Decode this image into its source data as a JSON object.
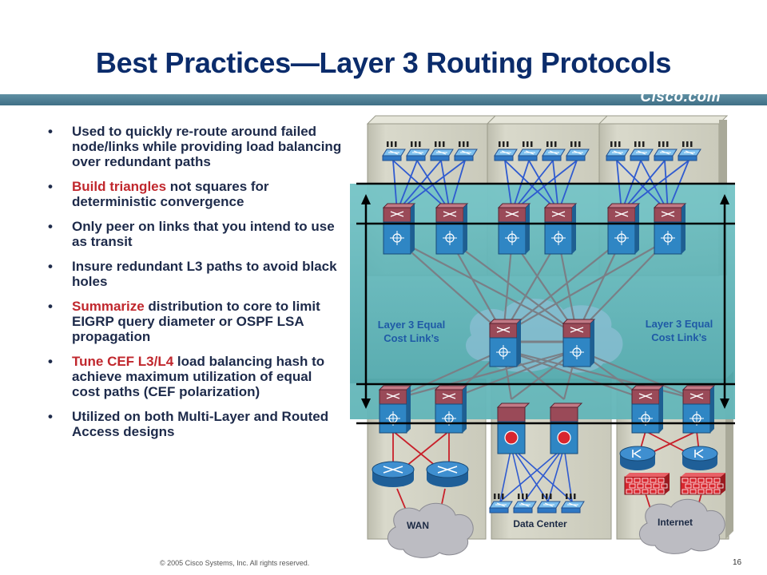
{
  "slide": {
    "title": "Best Practices—Layer 3 Routing Protocols",
    "brand": "Cisco.com",
    "footer": "© 2005 Cisco Systems, Inc. All rights reserved.",
    "page_number": "16"
  },
  "bullets": [
    {
      "pre": "",
      "highlight": "",
      "text": "Used to quickly re-route around failed node/links while providing load balancing over redundant paths"
    },
    {
      "pre": "",
      "highlight": "Build triangles",
      "text": " not squares for deterministic convergence"
    },
    {
      "pre": "",
      "highlight": "",
      "text": "Only peer on links that you intend to use as transit"
    },
    {
      "pre": "",
      "highlight": "",
      "text": "Insure redundant L3 paths to avoid black holes"
    },
    {
      "pre": "",
      "highlight": "Summarize",
      "text": " distribution to core to limit EIGRP query diameter or OSPF LSA propagation"
    },
    {
      "pre": "",
      "highlight": "Tune CEF L3/L4",
      "text": " load balancing hash to achieve maximum utilization of equal cost paths (CEF polarization)"
    },
    {
      "pre": "",
      "highlight": "",
      "text": "Utilized on both Multi-Layer and Routed Access designs"
    }
  ],
  "diagram": {
    "left_label_line1": "Layer 3 Equal",
    "left_label_line2": "Cost Link’s",
    "right_label_line1": "Layer 3 Equal",
    "right_label_line2": "Cost Link’s",
    "wan_label": "WAN",
    "datacenter_label": "Data Center",
    "internet_label": "Internet",
    "colors": {
      "blue_link": "#2f5bd0",
      "red_link": "#c8202a",
      "gray_link": "#7a7f86",
      "band_teal": "#4aa7a7",
      "panel": "#cfcfc0",
      "label_blue": "#1f5aa6"
    }
  }
}
